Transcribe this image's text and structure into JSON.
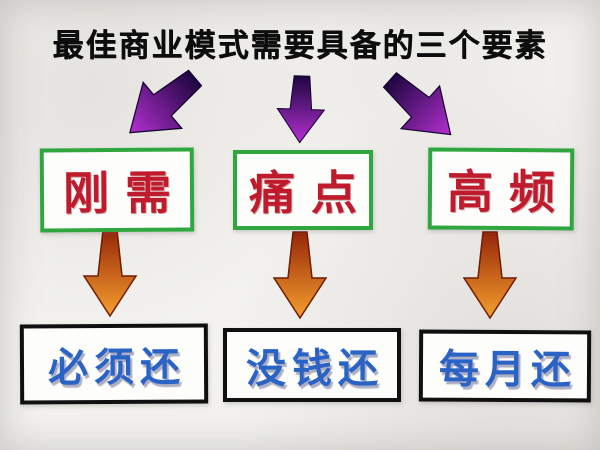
{
  "title": "最佳商业模式需要具备的三个要素",
  "columns": [
    {
      "factor": "刚需",
      "outcome": "必须还"
    },
    {
      "factor": "痛点",
      "outcome": "没钱还"
    },
    {
      "factor": "高频",
      "outcome": "每月还"
    }
  ],
  "colors": {
    "background": "#f3f2ef",
    "title_text": "#0d0d0d",
    "factor_border": "#2fa63e",
    "factor_text": "#c01a2d",
    "outcome_border": "#101010",
    "outcome_text": "#2a63c6",
    "purple_arrow_top": "#1d0640",
    "purple_arrow_tip": "#b42fd0",
    "orange_arrow_top": "#96260a",
    "orange_arrow_tip": "#f59f2c"
  }
}
